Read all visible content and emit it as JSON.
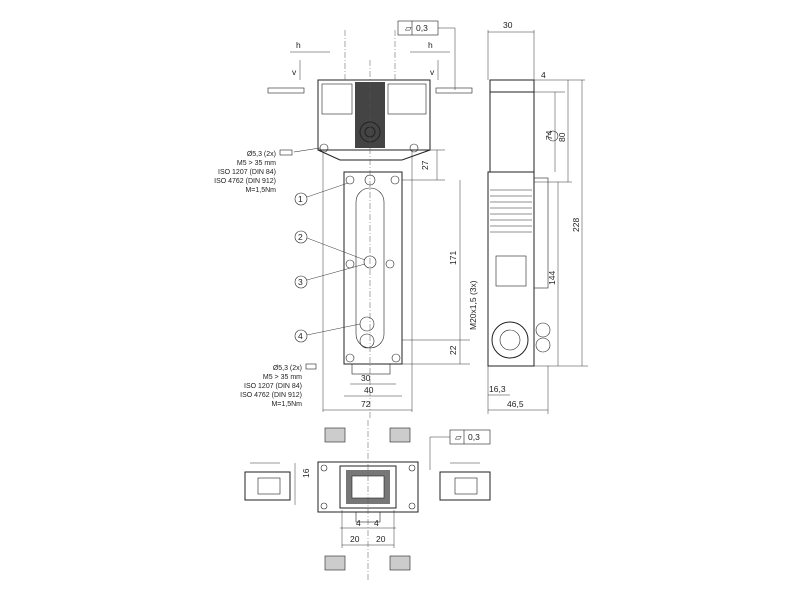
{
  "labels": {
    "h": "h",
    "v": "v",
    "flatness_top": "0,3",
    "flatness_bottom": "0,3",
    "side_width": "30",
    "side_4": "4",
    "side_74": "74",
    "side_80": "80",
    "side_228": "228",
    "side_144": "144",
    "thread": "M20x1,5 (3x)",
    "side_16_3": "16,3",
    "side_46_5": "46,5",
    "front_27": "27",
    "front_171": "171",
    "front_22": "22",
    "front_30": "30",
    "front_40": "40",
    "front_72": "72",
    "bottom_16": "16",
    "bottom_4a": "4",
    "bottom_4b": "4",
    "bottom_20a": "20",
    "bottom_20b": "20"
  },
  "screw_note_top": [
    "Ø5,3 (2x)",
    "M5 > 35 mm",
    "ISO 1207 (DIN 84)",
    "ISO 4762 (DIN 912)",
    "M=1,5Nm"
  ],
  "screw_note_bottom": [
    "Ø5,3 (2x)",
    "M5 > 35 mm",
    "ISO 1207 (DIN 84)",
    "ISO 4762 (DIN 912)",
    "M=1,5Nm"
  ],
  "callouts": [
    "1",
    "2",
    "3",
    "4"
  ]
}
